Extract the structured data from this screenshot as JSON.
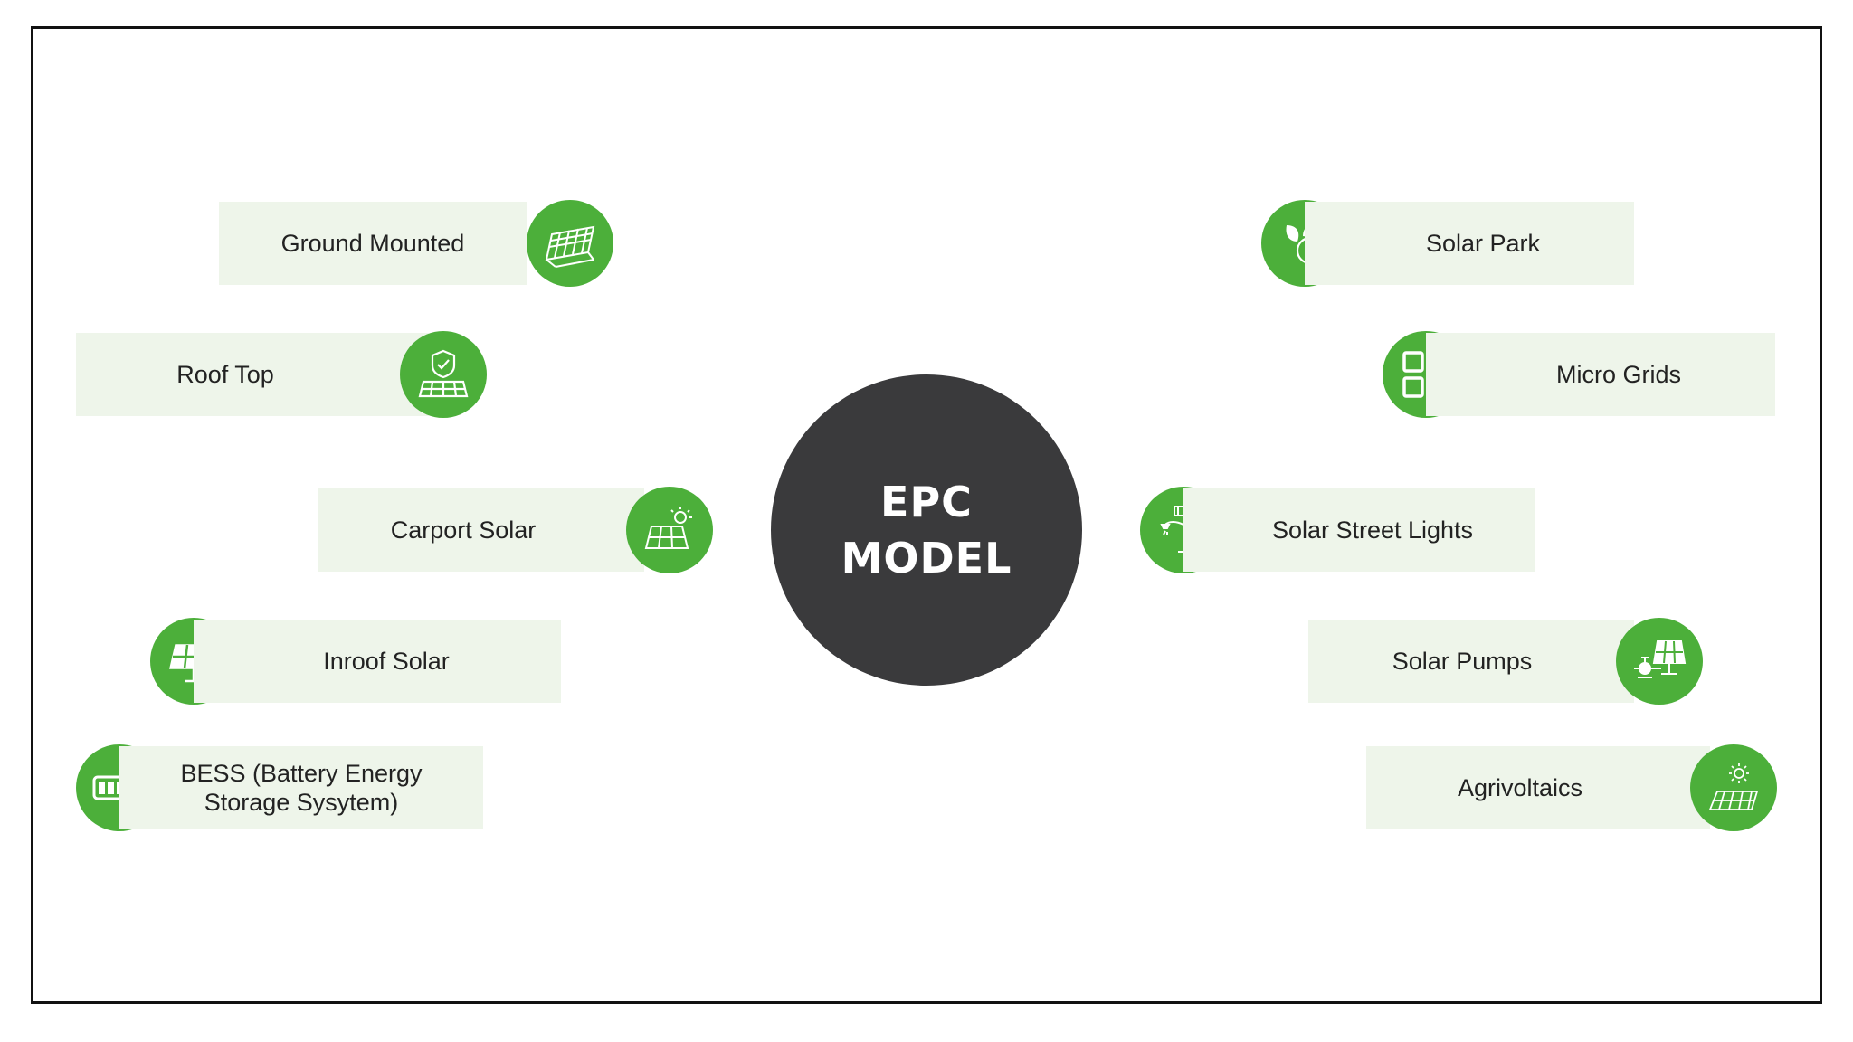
{
  "center": {
    "line1": "EPC",
    "line2": "MODEL"
  },
  "left_items": [
    {
      "label": "Ground Mounted",
      "icon": "ground-mounted-panel-icon"
    },
    {
      "label": "Roof Top",
      "icon": "roof-top-shield-icon"
    },
    {
      "label": "Carport Solar",
      "icon": "carport-solar-panel-sun-icon"
    },
    {
      "label": "Inroof Solar",
      "icon": "inroof-solar-panel-icon"
    },
    {
      "label_line1": "BESS (Battery Energy",
      "label_line2": "Storage Sysytem)",
      "icon": "battery-icon"
    }
  ],
  "right_items": [
    {
      "label": "Solar Park",
      "icon": "leaf-bolt-icon"
    },
    {
      "label": "Micro Grids",
      "icon": "grid-squares-icon"
    },
    {
      "label": "Solar Street Lights",
      "icon": "street-light-icon"
    },
    {
      "label": "Solar Pumps",
      "icon": "solar-pump-icon"
    },
    {
      "label": "Agrivoltaics",
      "icon": "agrivoltaics-sun-panel-icon"
    }
  ],
  "colors": {
    "accent_green": "#4caf3a",
    "bar_bg": "#eef5ea",
    "hub_bg": "#3a3a3c",
    "text": "#222222"
  }
}
